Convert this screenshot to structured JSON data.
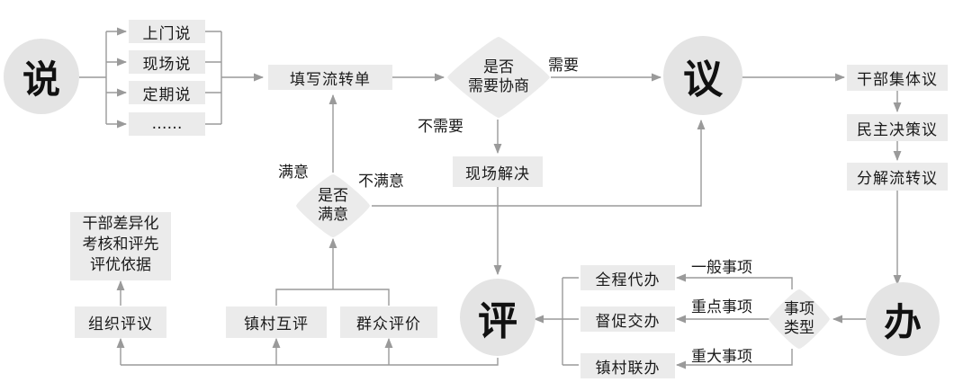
{
  "nodes": {
    "shuo": "说",
    "yi": "议",
    "ban": "办",
    "ping": "评",
    "shangmen": "上门说",
    "xianchang_shuo": "现场说",
    "dingqi": "定期说",
    "more": "……",
    "fill_form": "填写流转单",
    "need_negotiate_line1": "是否",
    "need_negotiate_line2": "需要协商",
    "onsite_solve": "现场解决",
    "cadre_collective": "干部集体议",
    "democratic": "民主决策议",
    "decompose": "分解流转议",
    "item_type_line1": "事项",
    "item_type_line2": "类型",
    "full_agent": "全程代办",
    "supervise": "督促交办",
    "town_village_joint": "镇村联办",
    "satisfied_line1": "是否",
    "satisfied_line2": "满意",
    "org_review": "组织评议",
    "mutual_review": "镇村互评",
    "public_review": "群众评价",
    "basis_line1": "干部差异化",
    "basis_line2": "考核和评先",
    "basis_line3": "评优依据"
  },
  "edge_labels": {
    "need": "需要",
    "no_need": "不需要",
    "satisfied": "满意",
    "not_satisfied": "不满意",
    "general_item": "一般事项",
    "key_item": "重点事项",
    "major_item": "重大事项"
  },
  "colors": {
    "node_fill": "#ebebeb",
    "circle_fill": "#e4e4e4",
    "line": "#9a9a9a",
    "text": "#1a1a1a"
  }
}
